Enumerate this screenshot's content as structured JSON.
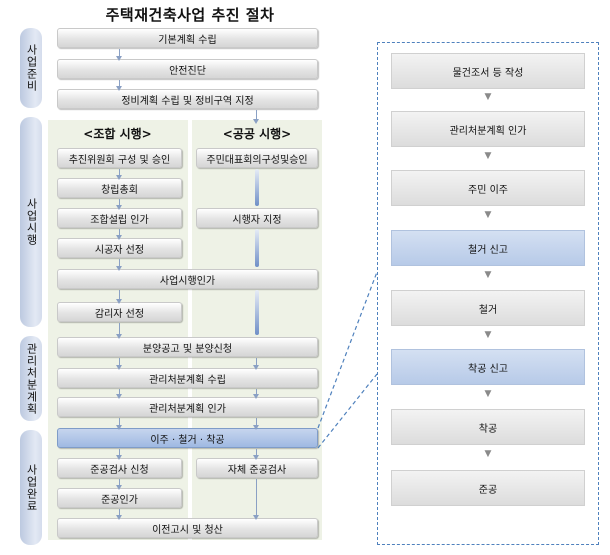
{
  "title": "주택재건축사업 추진 절차",
  "stages": [
    {
      "label": "사업준비"
    },
    {
      "label": "사업시행"
    },
    {
      "label": "관리처분계획"
    },
    {
      "label": "사업완료"
    }
  ],
  "headers": {
    "union": "<조합 시행>",
    "public": "<공공 시행>"
  },
  "steps": {
    "basic_plan": "기본계획 수립",
    "safety": "안전진단",
    "maintenance": "정비계획 수립 및 정비구역 지정",
    "committee": "추진위원회 구성 및 승인",
    "resident_rep": "주민대표회의구성및승인",
    "general_meeting": "창립총회",
    "union_approval": "조합설립 인가",
    "operator": "시행자 지정",
    "contractor": "시공자 선정",
    "business_approval": "사업시행인가",
    "supervisor": "감리자 선정",
    "sale": "분양공고 및 분양신청",
    "mgmt_plan": "관리처분계획 수립",
    "mgmt_approval": "관리처분계획 인가",
    "relocation": "이주 · 철거 · 착공",
    "inspection_request": "준공검사 신청",
    "self_inspection": "자체 준공검사",
    "completion_approval": "준공인가",
    "transfer": "이전고시 및 청산"
  },
  "detail_steps": [
    {
      "label": "물건조서 등 작성",
      "highlight": false
    },
    {
      "label": "관리처분계획 인가",
      "highlight": false
    },
    {
      "label": "주민 이주",
      "highlight": false
    },
    {
      "label": "철거 신고",
      "highlight": true
    },
    {
      "label": "철거",
      "highlight": false
    },
    {
      "label": "착공 신고",
      "highlight": true
    },
    {
      "label": "착공",
      "highlight": false
    },
    {
      "label": "준공",
      "highlight": false
    }
  ],
  "icons": {
    "down_arrow": "down-arrow-icon"
  }
}
